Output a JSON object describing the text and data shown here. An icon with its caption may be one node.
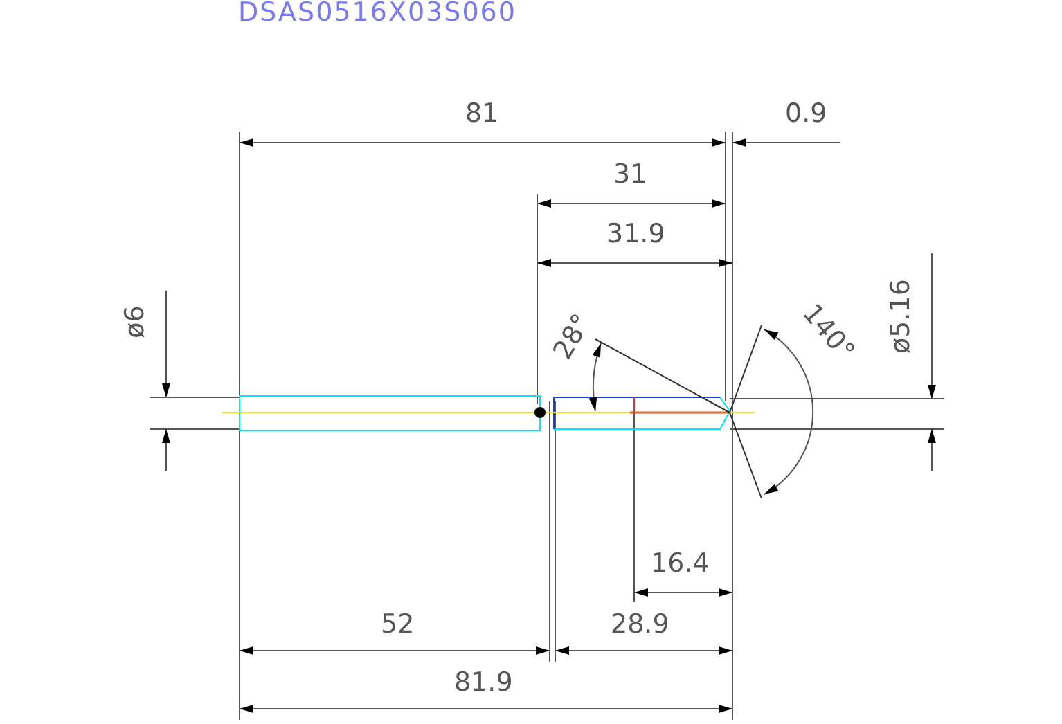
{
  "diagram": {
    "title": "DSAS0516X03S060",
    "labels": [
      "81",
      "0.9",
      "31",
      "31.9",
      "ø6",
      "28°",
      "140°",
      "ø5.16",
      "16.4",
      "52",
      "28.9",
      "81.9"
    ]
  }
}
